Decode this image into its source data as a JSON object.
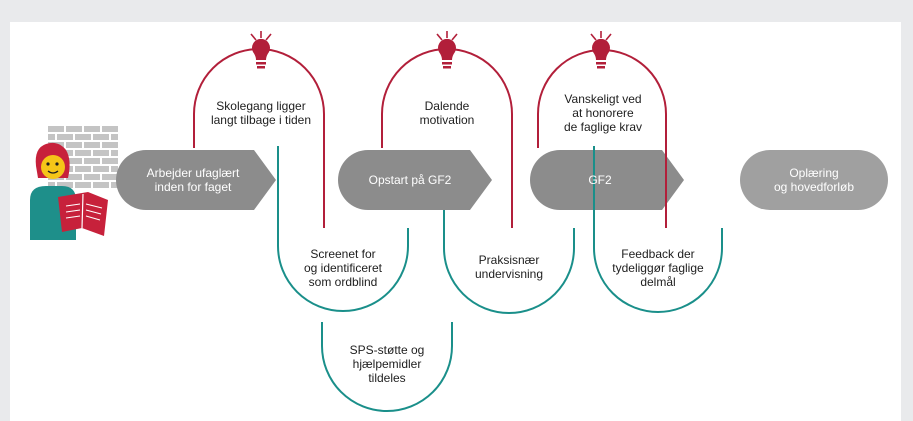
{
  "stages": [
    {
      "label": "Arbejder ufaglært\ninden for faget"
    },
    {
      "label": "Opstart på GF2"
    },
    {
      "label": "GF2"
    },
    {
      "label": "Oplæring\nog hovedforløb"
    }
  ],
  "barriers": [
    {
      "label": "Skolegang ligger\nlangt tilbage i tiden"
    },
    {
      "label": "Dalende\nmotivation"
    },
    {
      "label": "Vanskeligt ved\nat honorere\nde faglige krav"
    }
  ],
  "supports": [
    {
      "label": "Screenet for\nog identificeret\nsom ordblind"
    },
    {
      "label": "SPS-støtte og\nhjælpemidler\ntildeles"
    },
    {
      "label": "Praksisnær\nundervisning"
    },
    {
      "label": "Feedback der\ntydeliggør faglige\ndelmål"
    }
  ],
  "colors": {
    "stage": "#8c8c8c",
    "stage_last": "#a0a0a0",
    "barrier": "#b21f3a",
    "support": "#1a8f8a",
    "background": "#e9eaec",
    "panel": "#ffffff"
  },
  "icons": [
    "lightbulb-icon",
    "person-reading-icon",
    "brick-wall-icon"
  ]
}
